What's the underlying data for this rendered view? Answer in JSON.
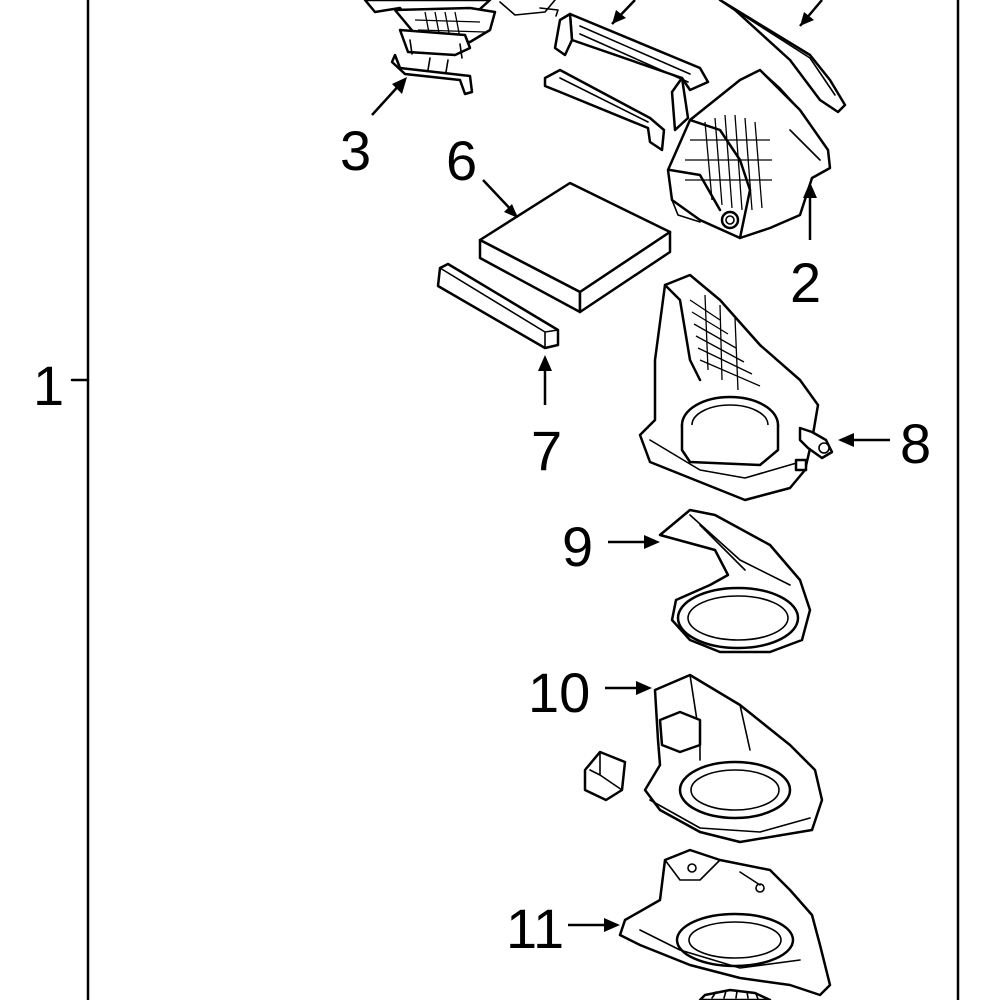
{
  "callouts": {
    "c1": "1",
    "c2": "2",
    "c3": "3",
    "c6": "6",
    "c7": "7",
    "c8": "8",
    "c9": "9",
    "c10": "10",
    "c11": "11"
  }
}
